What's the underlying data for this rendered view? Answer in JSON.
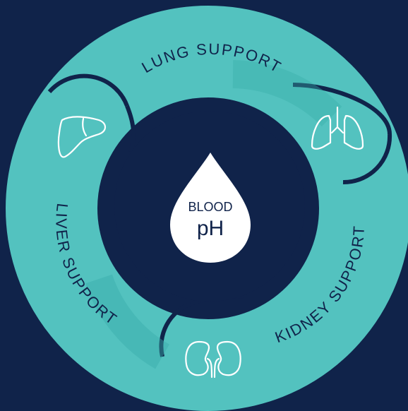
{
  "colors": {
    "background": "#10234a",
    "ring": "#53c2bf",
    "ring_shade": "#2f9e9d",
    "drop": "#ffffff"
  },
  "center": {
    "line1": "BLOOD",
    "line2": "pH"
  },
  "segments": [
    {
      "label": "LUNG SUPPORT",
      "icon": "lungs-icon"
    },
    {
      "label": "KIDNEY SUPPORT",
      "icon": "kidneys-icon"
    },
    {
      "label": "LIVER SUPPORT",
      "icon": "liver-icon"
    }
  ]
}
